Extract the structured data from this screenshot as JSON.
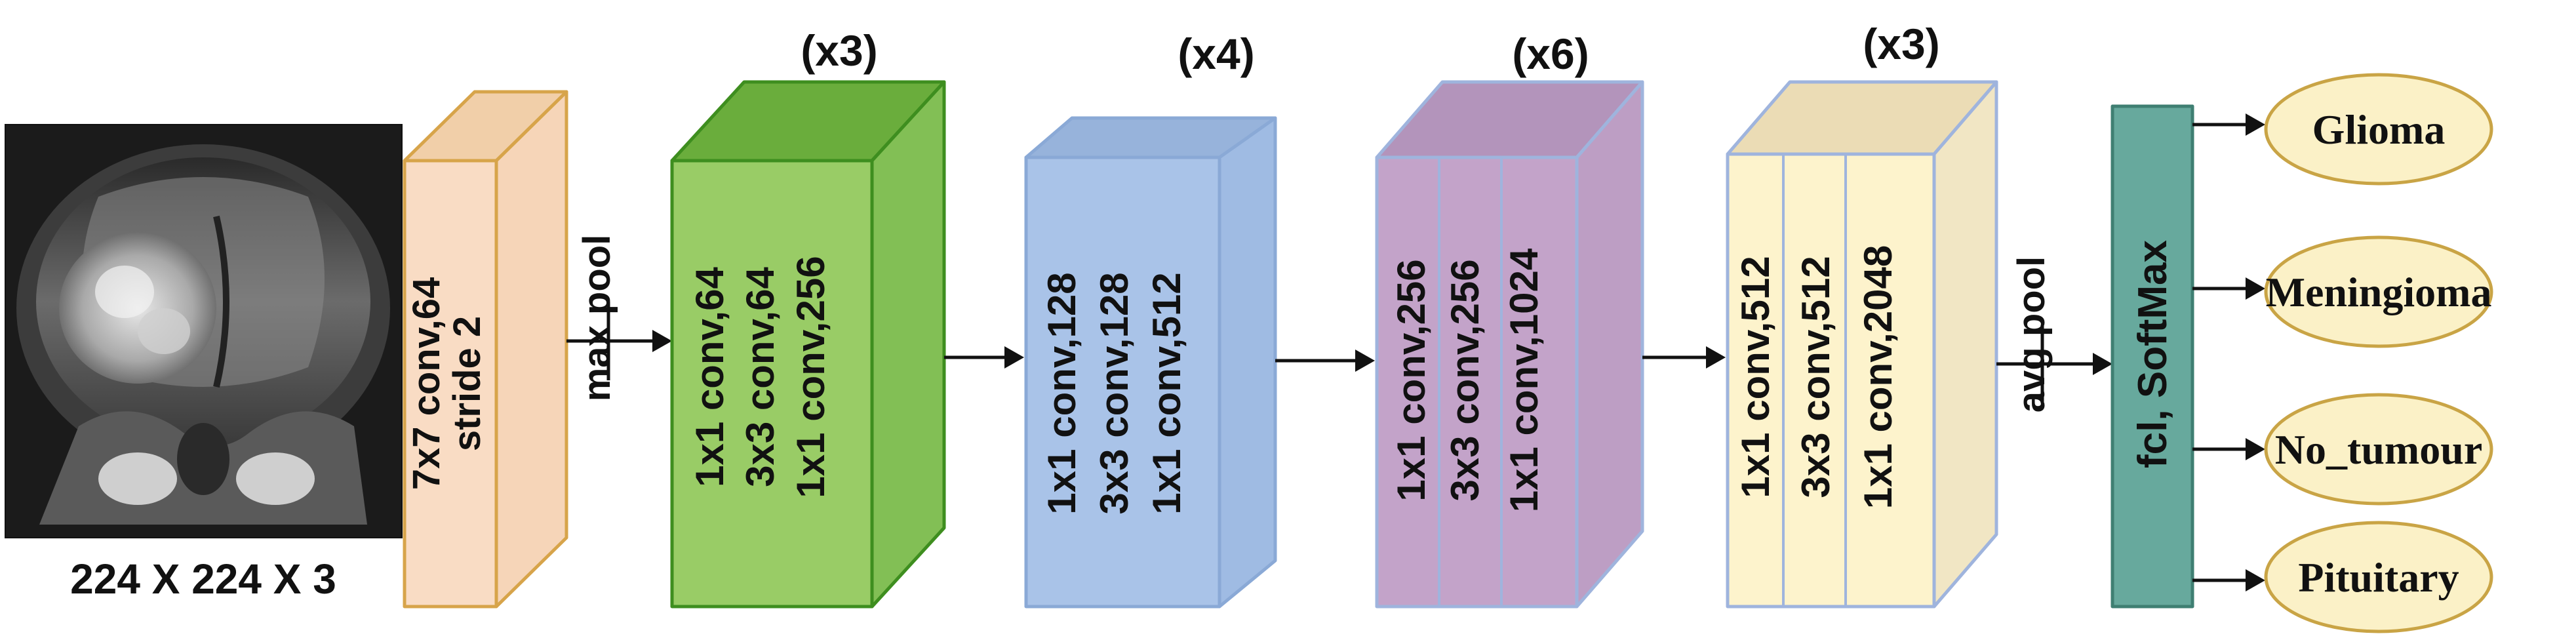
{
  "input": {
    "caption": "224 X 224 X 3",
    "image_semantic": "mri-brain-coronal-image"
  },
  "stem": {
    "label_line1": "7x7 conv,64",
    "label_line2": "stride 2",
    "colors": {
      "front": "#f9dcc4",
      "top": "#f1cfa9",
      "side": "#f6d5b8",
      "stroke": "#d7a44a"
    }
  },
  "max_pool": {
    "label": "max pool"
  },
  "stages": [
    {
      "repeat": "(x3)",
      "lines": [
        "1x1 conv,64",
        "3x3 conv,64",
        "1x1 conv,256"
      ],
      "colors": {
        "front": "#99cc66",
        "top": "#6aad3c",
        "side": "#82bf55",
        "stroke": "#3e8e1f"
      }
    },
    {
      "repeat": "(x4)",
      "lines": [
        "1x1 conv,128",
        "3x3 conv,128",
        "1x1 conv,512"
      ],
      "colors": {
        "front": "#a9c3e8",
        "top": "#97b3db",
        "side": "#9fbbe3",
        "stroke": "#8aa9d6"
      }
    },
    {
      "repeat": "(x6)",
      "lines": [
        "1x1 conv,256",
        "3x3 conv,256",
        "1x1 conv,1024"
      ],
      "colors": {
        "front": "#c3a3c9",
        "top": "#b394bb",
        "side": "#bd9ec4",
        "stroke": "#9fb4dd"
      }
    },
    {
      "repeat": "(x3)",
      "lines": [
        "1x1 conv,512",
        "3x3 conv,512",
        "1x1 conv,2048"
      ],
      "colors": {
        "front": "#fdf3cc",
        "top": "#ebdcb5",
        "side": "#f1e6c4",
        "stroke": "#9fb4dd"
      }
    }
  ],
  "avg_pool": {
    "label": "avg pool"
  },
  "fc": {
    "label": "fcl, SoftMax",
    "colors": {
      "fill": "#67a99d",
      "stroke": "#3f7f72"
    }
  },
  "outputs": [
    "Glioma",
    "Meningioma",
    "No_tumour",
    "Pituitary"
  ],
  "output_colors": {
    "fill": "#fbf1c7",
    "stroke": "#c9a445"
  }
}
